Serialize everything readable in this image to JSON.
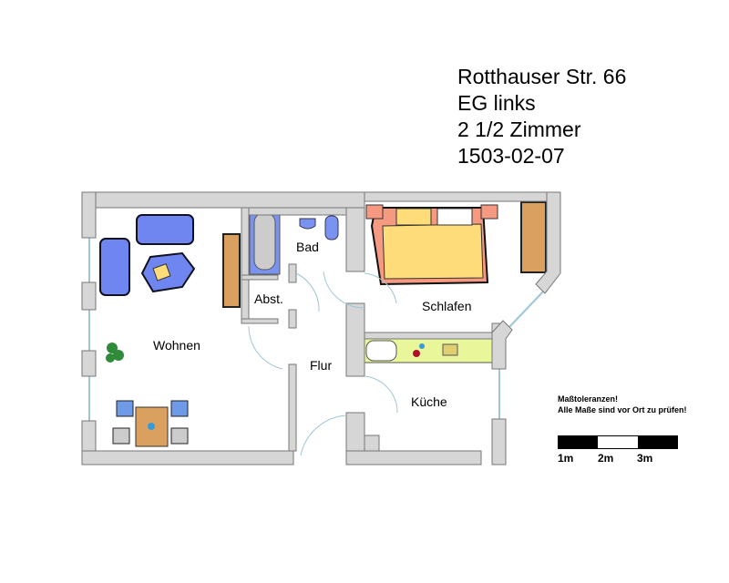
{
  "header": {
    "address": "Rotthauser Str. 66",
    "floor": "EG links",
    "rooms": "2 1/2 Zimmer",
    "date": "1503-02-07"
  },
  "rooms": {
    "wohnen": "Wohnen",
    "bad": "Bad",
    "abst": "Abst.",
    "schlafen": "Schlafen",
    "flur": "Flur",
    "kueche": "Küche"
  },
  "note": {
    "line1": "Maßtoleranzen!",
    "line2": "Alle Maße sind vor Ort zu prüfen!"
  },
  "scale": {
    "labels": [
      "1m",
      "2m",
      "3m"
    ]
  },
  "colors": {
    "wall": "#d6d6d6",
    "sofa": "#6f86f0",
    "wood": "#d9a060",
    "bed": "#f59a80",
    "bedding": "#fedc7a",
    "kitchen": "#e9f79a",
    "bath": "#7b93f0"
  }
}
